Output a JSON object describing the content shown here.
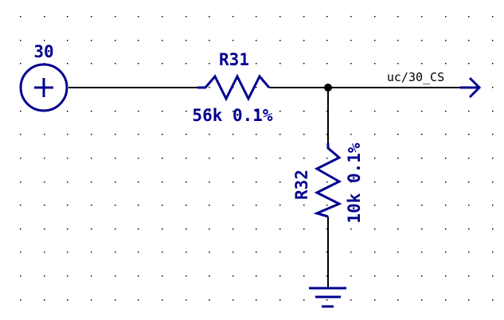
{
  "schematic": {
    "power_port": {
      "label": "30",
      "symbol": "plus-circle"
    },
    "resistors": [
      {
        "ref": "R31",
        "value": "56k 0.1%",
        "orientation": "horizontal"
      },
      {
        "ref": "R32",
        "value": "10k 0.1%",
        "orientation": "vertical"
      }
    ],
    "net_label": {
      "name": "uc/30_CS",
      "symbol": "arrow-right"
    },
    "ground": {
      "symbol": "ground"
    }
  },
  "colors": {
    "symbol": "#00008f",
    "wire": "#000000",
    "grid_dot": "#000000",
    "background": "#ffffff"
  }
}
